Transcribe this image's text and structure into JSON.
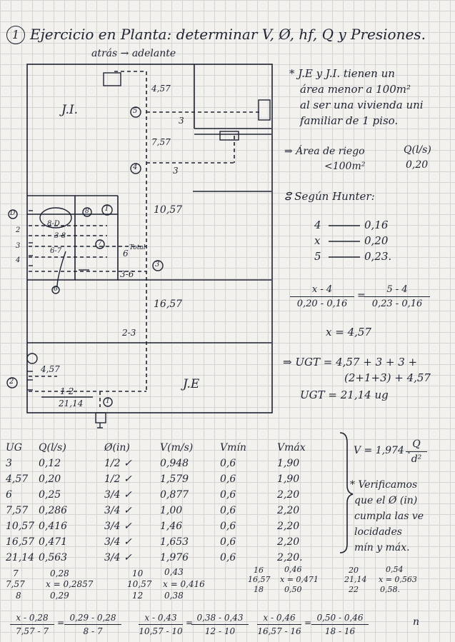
{
  "title": {
    "number": "1",
    "text": "Ejercicio en Planta: determinar V, Ø, hf, Q y Presiones."
  },
  "plan": {
    "direction": "atrás → adelante",
    "ji_label": "J.I.",
    "je_label": "J.E",
    "dims": [
      "4,57",
      "3",
      "7,57",
      "3",
      "10,57",
      "16,57",
      "3-6",
      "2-3",
      "4,57",
      "1-2",
      "21,14",
      "8-D",
      "3-8",
      "6-7",
      "6",
      "Total"
    ],
    "nodes": [
      "5",
      "4",
      "3",
      "2",
      "1",
      "6",
      "7",
      "8",
      "D",
      "2",
      "3",
      "4",
      "T"
    ]
  },
  "notes": {
    "line1": "* J.E y J.I. tienen un",
    "line2": "área menor a 100m²",
    "line3": "al ser una vivienda uni",
    "line4": "familiar de 1 piso.",
    "riego_label": "⇒ Área de riego",
    "riego_q_header": "Q(l/s)",
    "riego_area": "<100m²",
    "riego_q": "0,20",
    "hunter_title": "ⵓ Según Hunter:",
    "hunter_rows": [
      {
        "x": "4",
        "q": "0,16"
      },
      {
        "x": "x",
        "q": "0,20"
      },
      {
        "x": "5",
        "q": "0,23."
      }
    ],
    "interp_num_left": "x - 4",
    "interp_den_left": "0,20 - 0,16",
    "interp_num_right": "5 - 4",
    "interp_den_right": "0,23 - 0,16",
    "x_result": "x = 4,57",
    "ugt_line1": "⇒ UGT = 4,57 + 3 + 3 +",
    "ugt_line2": "(2+1+3) + 4,57",
    "ugt_result": "UGT = 21,14 ug"
  },
  "table": {
    "headers": [
      "UG",
      "Q(l/s)",
      "Ø(in)",
      "V(m/s)",
      "Vmín",
      "Vmáx"
    ],
    "rows": [
      [
        "3",
        "0,12",
        "1/2 ✓",
        "0,948",
        "0,6",
        "1,90"
      ],
      [
        "4,57",
        "0,20",
        "1/2 ✓",
        "1,579",
        "0,6",
        "1,90"
      ],
      [
        "6",
        "0,25",
        "3/4 ✓",
        "0,877",
        "0,6",
        "2,20"
      ],
      [
        "7,57",
        "0,286",
        "3/4 ✓",
        "1,00",
        "0,6",
        "2,20"
      ],
      [
        "10,57",
        "0,416",
        "3/4 ✓",
        "1,46",
        "0,6",
        "2,20"
      ],
      [
        "16,57",
        "0,471",
        "3/4 ✓",
        "1,653",
        "0,6",
        "2,20"
      ],
      [
        "21,14",
        "0,563",
        "3/4 ✓",
        "1,976",
        "0,6",
        "2,20."
      ]
    ]
  },
  "formula": {
    "lhs": "V = 1,974 .",
    "num": "Q",
    "den": "d²"
  },
  "verify": {
    "line1": "* Verificamos",
    "line2": "que el Ø (in)",
    "line3": "cumpla las ve",
    "line4": "locidades",
    "line5": "mín y máx."
  },
  "interp_groups": [
    {
      "a_ug": "7",
      "a_q": "0,28",
      "x_ug": "7,57",
      "x_q": "x = 0,2857",
      "b_ug": "8",
      "b_q": "0,29"
    },
    {
      "a_ug": "10",
      "a_q": "0,43",
      "x_ug": "10,57",
      "x_q": "x = 0,416",
      "b_ug": "12",
      "b_q": "0,38"
    },
    {
      "a_ug": "16",
      "a_q": "0,46",
      "x_ug": "16,57",
      "x_q": "x = 0,471",
      "b_ug": "18",
      "b_q": "0,50"
    },
    {
      "a_ug": "20",
      "a_q": "0,54",
      "x_ug": "21,14",
      "x_q": "x = 0,563",
      "b_ug": "22",
      "b_q": "0,58."
    }
  ],
  "bottom_fractions": [
    {
      "n1": "x - 0,28",
      "d1": "7,57 - 7",
      "n2": "0,29 - 0,28",
      "d2": "8 - 7"
    },
    {
      "n1": "x - 0,43",
      "d1": "10,57 - 10",
      "n2": "0,38 - 0,43",
      "d2": "12 - 10"
    },
    {
      "n1": "x - 0,46",
      "d1": "16,57 - 16",
      "n2": "0,50 - 0,46",
      "d2": "18 - 16"
    }
  ],
  "bottom_end": "n"
}
